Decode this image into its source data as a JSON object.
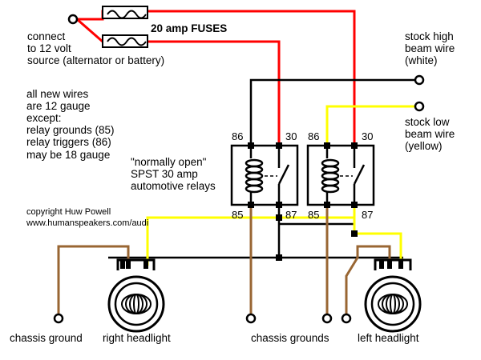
{
  "labels": {
    "fuses": "20 amp FUSES",
    "source_lines": [
      "connect",
      "to 12 volt",
      "source (alternator or battery)"
    ],
    "gauge_lines": [
      "all new wires",
      "are 12 gauge",
      "except:",
      "relay grounds (85)",
      "relay triggers (86)",
      "may be 18 gauge"
    ],
    "relay_desc_lines": [
      "\"normally open\"",
      "SPST 30 amp",
      "automotive relays"
    ],
    "copyright_lines": [
      "copyright Huw Powell",
      "www.humanspeakers.com/audi"
    ],
    "high_beam_lines": [
      "stock high",
      "beam wire",
      "(white)"
    ],
    "low_beam_lines": [
      "stock low",
      "beam wire",
      "(yellow)"
    ],
    "chassis_ground": "chassis ground",
    "right_headlight": "right headlight",
    "chassis_grounds": "chassis grounds",
    "left_headlight": "left headlight"
  },
  "relay_pins": {
    "left": {
      "top_left": "86",
      "top_right": "30",
      "bottom_left": "85",
      "bottom_right": "87"
    },
    "right": {
      "top_left": "86",
      "top_right": "30",
      "bottom_left": "85",
      "bottom_right": "87"
    }
  },
  "colors": {
    "power": "#ff0000",
    "signal": "#ffff00",
    "ground": "#996633",
    "wire": "#000000"
  }
}
